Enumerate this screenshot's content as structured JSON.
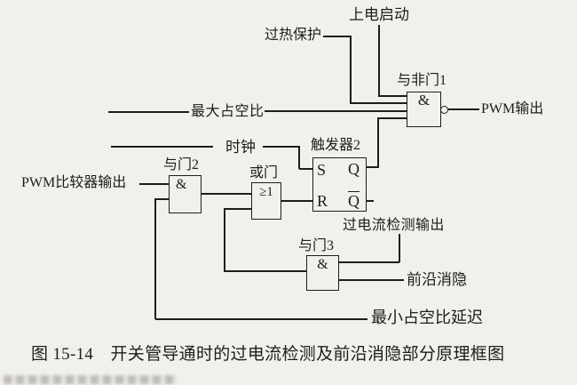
{
  "figure": {
    "caption": "图 15-14　开关管导通时的过电流检测及前沿消隐部分原理框图"
  },
  "labels": {
    "power_on": "上电启动",
    "thermal": "过热保护",
    "max_duty": "最大占空比",
    "clock": "时钟",
    "pwm_output": "PWM输出",
    "pwm_comparator": "PWM比较器输出",
    "overcurrent_output": "过电流检测输出",
    "leading_edge_blanking": "前沿消隐",
    "min_duty_delay": "最小占空比延迟"
  },
  "gates": {
    "nand1": {
      "name": "与非门1",
      "symbol": "&"
    },
    "and2": {
      "name": "与门2",
      "symbol": "&"
    },
    "and3": {
      "name": "与门3",
      "symbol": "&"
    },
    "or1": {
      "name": "或门",
      "symbol": "≥1"
    },
    "flipflop2": {
      "name": "触发器2",
      "s": "S",
      "r": "R",
      "q": "Q",
      "q_bar": "Q"
    }
  },
  "colors": {
    "ink": "#1e1d1b",
    "paper": "#f2f0ec"
  }
}
